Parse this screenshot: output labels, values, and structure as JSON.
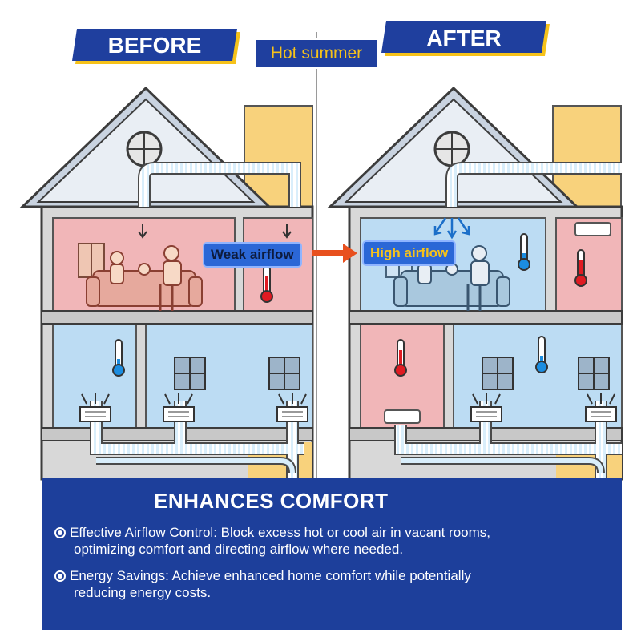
{
  "labels": {
    "before": "BEFORE",
    "after": "AFTER",
    "season": "Hot summer",
    "weak_airflow": "Weak airflow",
    "high_airflow": "High airflow"
  },
  "panel": {
    "title": "ENHANCES COMFORT",
    "bullets": [
      {
        "line1": "Effective Airflow Control: Block excess hot or cool air in vacant rooms,",
        "line2": "optimizing comfort and directing airflow where needed."
      },
      {
        "line1": "Energy Savings: Achieve enhanced home comfort while potentially",
        "line2": "reducing energy costs."
      }
    ]
  },
  "colors": {
    "banner_blue": "#1f3f9e",
    "banner_accent": "#f6c21a",
    "warm_room": "#f2b7b7",
    "cool_room": "#bcdcf3",
    "duct": "#d9eefb",
    "wall": "#e6e6e6",
    "arrow": "#e8501e"
  },
  "icons": [
    "thermometer-hot-icon",
    "thermometer-cold-icon",
    "vent-icon",
    "window-icon",
    "family-on-sofa-icon",
    "airflow-arrow-icon",
    "radio-bullet-icon"
  ]
}
